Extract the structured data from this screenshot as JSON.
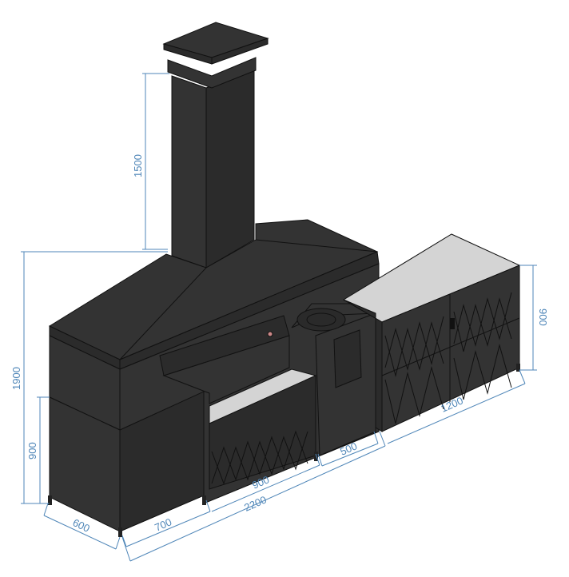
{
  "title": "Outdoor kitchen with chimney hood - dimension drawing",
  "colors": {
    "dimension": "#4f86b8",
    "body": "#333333",
    "countertop": "#d4d4d4"
  },
  "dimensions": {
    "chimney_height": "1500",
    "total_height": "1900",
    "left_cabinet_height": "900",
    "right_cabinet_height": "900",
    "depth": "600",
    "left_section_width": "700",
    "grill_section_width": "900",
    "total_width": "2200",
    "stove_section_width": "500",
    "right_cabinet_width": "1200"
  }
}
